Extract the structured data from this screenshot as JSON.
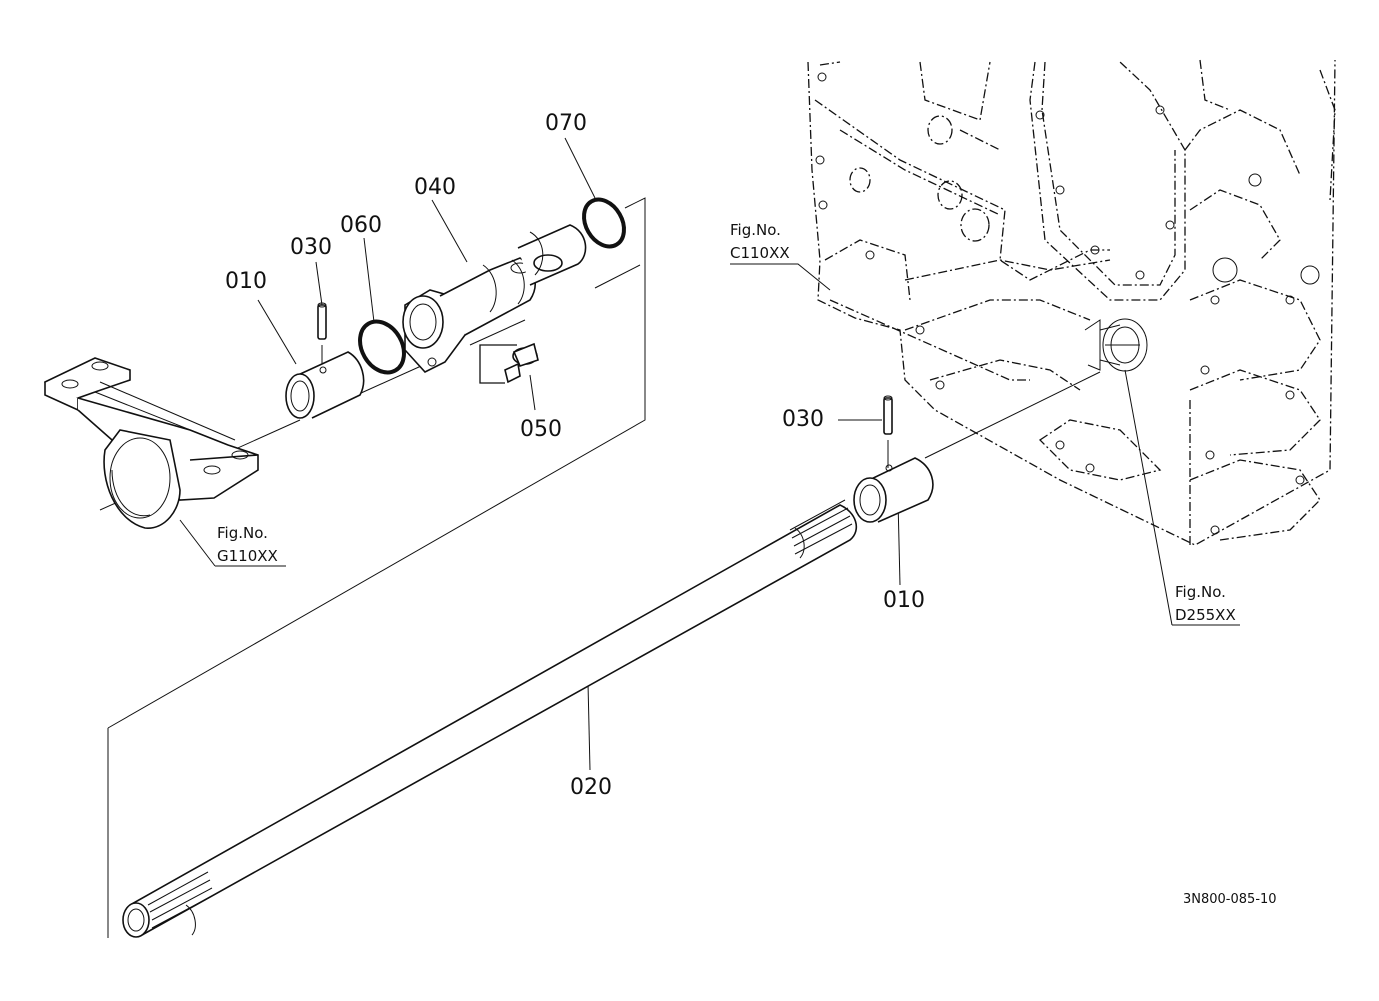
{
  "diagram_code": "3N800-085-10",
  "callouts": {
    "p010_upper": "010",
    "p030_upper": "030",
    "p060": "060",
    "p040": "040",
    "p070": "070",
    "p050": "050",
    "p030_lower": "030",
    "p010_lower": "010",
    "p020": "020"
  },
  "figure_refs": {
    "c110": {
      "line1": "Fig.No.",
      "line2": "C110XX"
    },
    "g110": {
      "line1": "Fig.No.",
      "line2": "G110XX"
    },
    "d255": {
      "line1": "Fig.No.",
      "line2": "D255XX"
    }
  }
}
